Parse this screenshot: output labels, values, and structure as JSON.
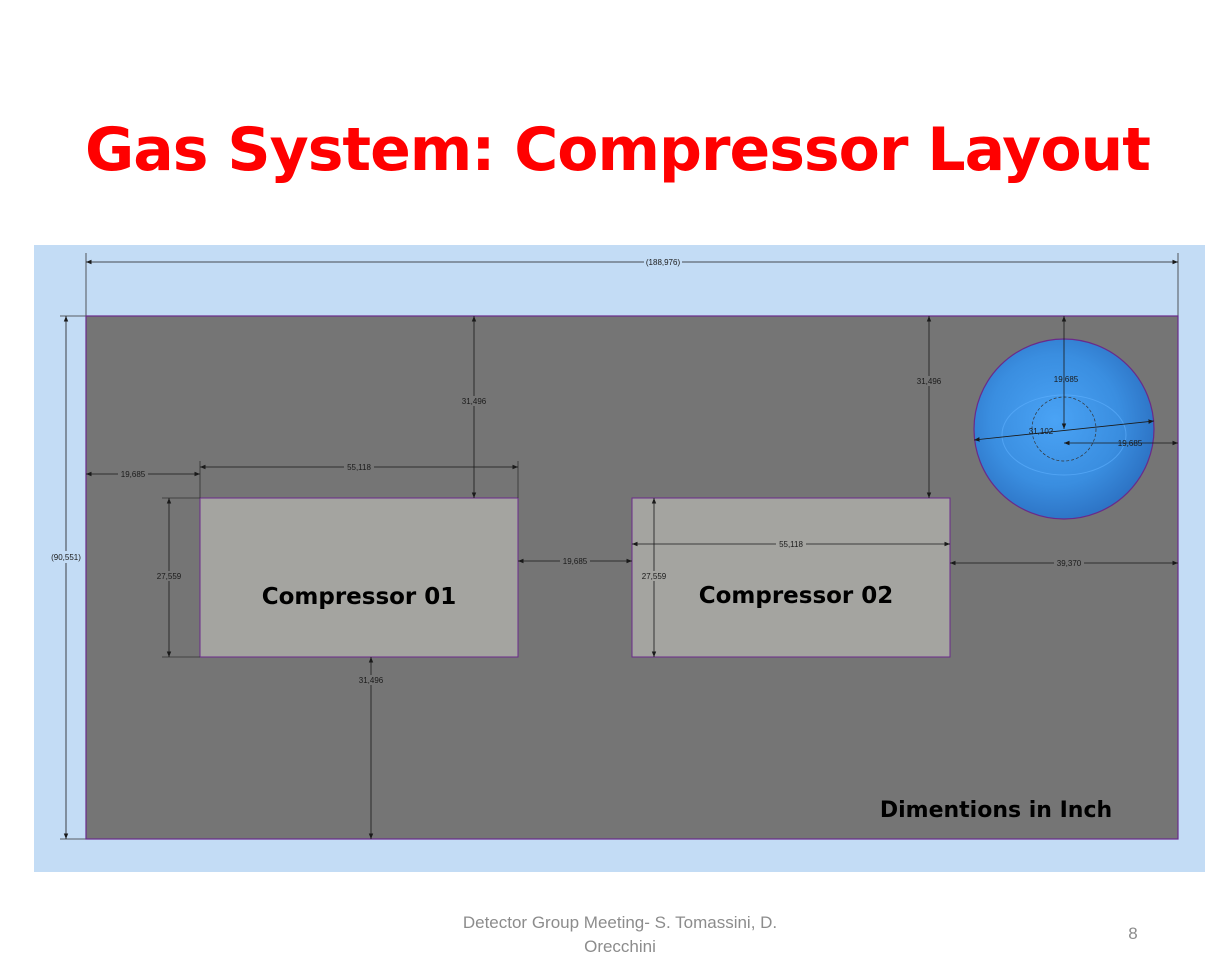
{
  "slide": {
    "title": "Gas System: Compressor Layout",
    "footer": "Detector Group Meeting- S. Tomassini, D. Orecchini",
    "page_number": "8"
  },
  "drawing": {
    "compressor_1": "Compressor 01",
    "compressor_2": "Compressor 02",
    "units_note": "Dimentions in Inch",
    "dimensions": {
      "overall_width": "(188,976)",
      "overall_height": "(90,551)",
      "left_margin": "19,685",
      "comp1_width": "55,118",
      "comp1_top_clear": "31,496",
      "comp1_height": "27,559",
      "comp1_bottom_clear": "31,496",
      "gap_between": "19,685",
      "comp2_width": "55,118",
      "comp2_height": "27,559",
      "comp2_top_clear": "31,496",
      "comp2_right_clear": "39,370",
      "tank_inner_radius": "19,685",
      "tank_diameter": "31,102",
      "tank_offset": "19,685"
    },
    "colors": {
      "background": "#c3dcf5",
      "floor": "#757575",
      "compressor": "#a4a4a0",
      "tank": "#3a8ee0",
      "outline": "#6a2a8a"
    }
  }
}
